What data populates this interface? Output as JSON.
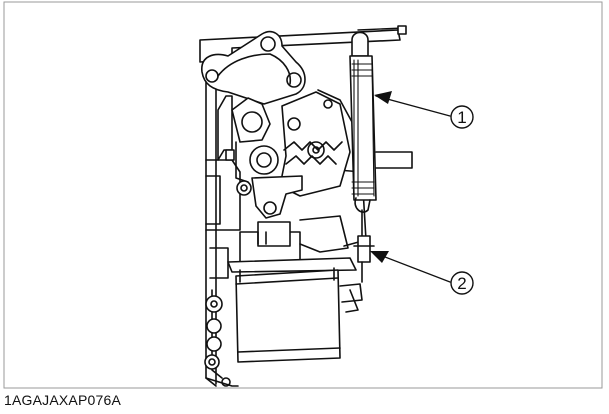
{
  "figure": {
    "code": "1AGAJAXAP076A",
    "callouts": [
      {
        "number": "1"
      },
      {
        "number": "2"
      }
    ]
  },
  "colors": {
    "line": "#111111",
    "border": "#9a9a9a",
    "background": "#ffffff",
    "shade": "#6e6e6e"
  }
}
